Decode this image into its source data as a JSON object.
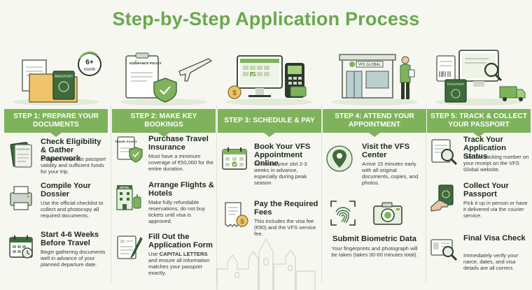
{
  "title": "Step-by-Step Application Process",
  "colors": {
    "accent_green": "#7fb35b",
    "title_green": "#6aa84f",
    "icon_bg": "#e6efdc"
  },
  "steps": [
    {
      "heading": "STEP 1: PREPARE YOUR DOCUMENTS",
      "hero_badge": "6+",
      "hero_badge_sub": "month",
      "hero_passport": "PASSPORT",
      "items": [
        {
          "title": "Check Eligibility & Gather Paperwork",
          "body": "Ensure 6+ months passport validity and sufficient funds for your trip.",
          "icon_label": "PASSPORT"
        },
        {
          "title": "Compile Your Dossier",
          "body": "Use the official checklist to collect and photocopy all required documents."
        },
        {
          "title": "Start 4-6 Weeks Before Travel",
          "body": "Begin gathering documents well in advance of your planned departure date."
        }
      ]
    },
    {
      "heading": "STEP 2: MAKE KEY BOOKINGS",
      "hero_policy": "INSURANCE POLICY",
      "items": [
        {
          "title": "Purchase Travel Insurance",
          "body": "Must have a minimum coverage of €50,000 for the entire duration.",
          "icon_label": "TRAVEL POLICY"
        },
        {
          "title": "Arrange Flights & Hotels",
          "body": "Make fully refundable reservations; do not buy tickets until visa is approved.",
          "icon_label": "HOTEL"
        },
        {
          "title": "Fill Out the Application Form",
          "body_pre": "Use ",
          "body_strong": "CAPITAL LETTERS",
          "body_post": " and ensure all information matches your passport exactly."
        }
      ]
    },
    {
      "heading": "STEP 3: SCHEDULE & PAY",
      "items": [
        {
          "title": "Book Your VFS Appointment Online",
          "body": "Schedule your slot 2-3 weeks in advance, especially during peak season."
        },
        {
          "title": "Pay the Required Fees",
          "body": "This includes the visa fee (€90) and the VFS service fee."
        }
      ]
    },
    {
      "heading": "STEP 4: ATTEND YOUR APPOINTMENT",
      "hero_sign": "VFS GLOBAL",
      "items": [
        {
          "title": "Visit the VFS Center",
          "body": "Arrive 15 minutes early with all original documents, copies, and photos."
        },
        {
          "title": "Submit Biometric Data",
          "body": "Your fingerprints and photograph will be taken (takes 30-60 minutes total)."
        }
      ]
    },
    {
      "heading": "STEP 5: TRACK & COLLECT YOUR PASSPORT",
      "hero_passport": "PASSPORT",
      "items": [
        {
          "title": "Track Your Application Status",
          "body": "Use the tracking number on your receipt on the VFS Global website."
        },
        {
          "title": "Collect Your Passport",
          "body": "Pick it up in person or have it delivered via the courier service."
        },
        {
          "title": "Final Visa Check",
          "body": "Immediately verify your narce, dates, and visa details are all correct."
        }
      ]
    }
  ]
}
